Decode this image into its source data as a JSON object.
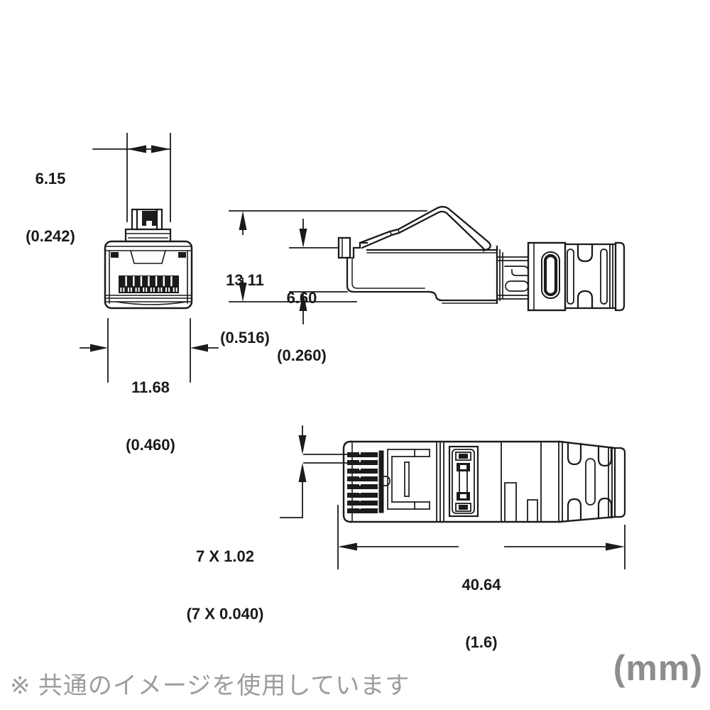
{
  "labels": {
    "latch_width": {
      "mm": "6.15",
      "inch": "(0.242)"
    },
    "overall_height": {
      "mm": "13.11",
      "inch": "(0.516)"
    },
    "body_height": {
      "mm": "6.60",
      "inch": "(0.260)"
    },
    "body_width": {
      "mm": "11.68",
      "inch": "(0.460)"
    },
    "contact_pitch": {
      "mm": "7 X 1.02",
      "inch": "(7 X 0.040)"
    },
    "overall_length": {
      "mm": "40.64",
      "inch": "(1.6)"
    }
  },
  "footnote": "※ 共通のイメージを使用しています",
  "unit_label": "(mm)",
  "colors": {
    "line": "#1b1b1b",
    "text": "#1a1a1a",
    "footnote": "#9c9c9c",
    "unit": "#8d8d8d"
  }
}
